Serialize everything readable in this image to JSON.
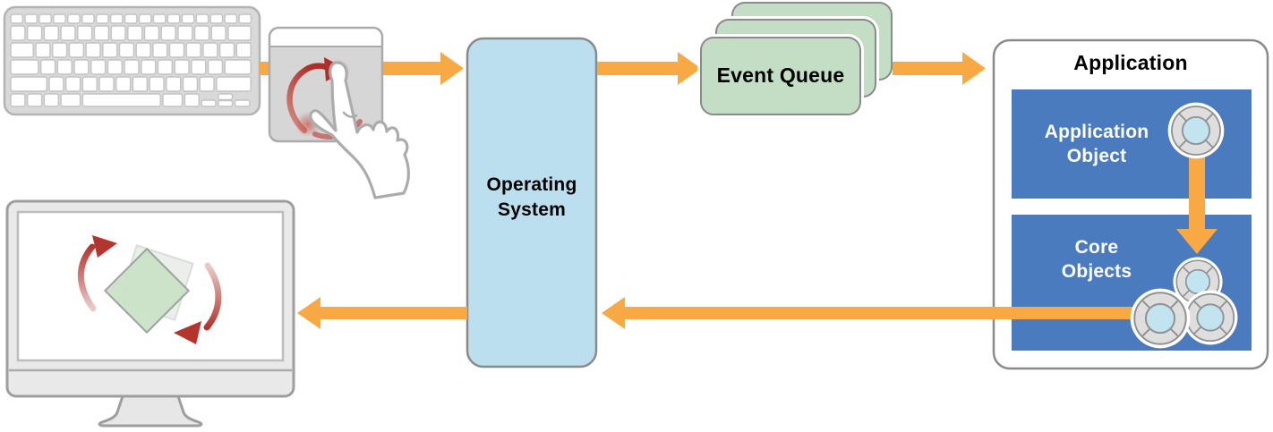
{
  "colors": {
    "orange": "#F8A943",
    "os_blue": "#BBDFEE",
    "queue_green": "#C3DEC5",
    "box_blue": "#4B7BBF",
    "border_gray": "#8A8A8A",
    "red": "#B5342C",
    "ring_gray": "#DEDEDE",
    "ring_blue": "#C2E3F0",
    "device_gray": "#D9D9D9"
  },
  "nodes": {
    "operating_system": {
      "label": "Operating\nSystem"
    },
    "event_queue": {
      "label": "Event Queue"
    },
    "application": {
      "title": "Application",
      "application_object": {
        "label": "Application\nObject"
      },
      "core_objects": {
        "label": "Core\nObjects"
      }
    }
  },
  "illustrations": {
    "keyboard": "keyboard",
    "trackpad": "trackpad with two-finger rotate gesture",
    "display": "display showing rotated object"
  },
  "flow_edges": [
    {
      "from": "input-devices",
      "to": "operating-system"
    },
    {
      "from": "operating-system",
      "to": "event-queue"
    },
    {
      "from": "event-queue",
      "to": "application"
    },
    {
      "from": "application-object",
      "to": "core-objects"
    },
    {
      "from": "core-objects",
      "to": "operating-system"
    },
    {
      "from": "operating-system",
      "to": "display"
    }
  ]
}
